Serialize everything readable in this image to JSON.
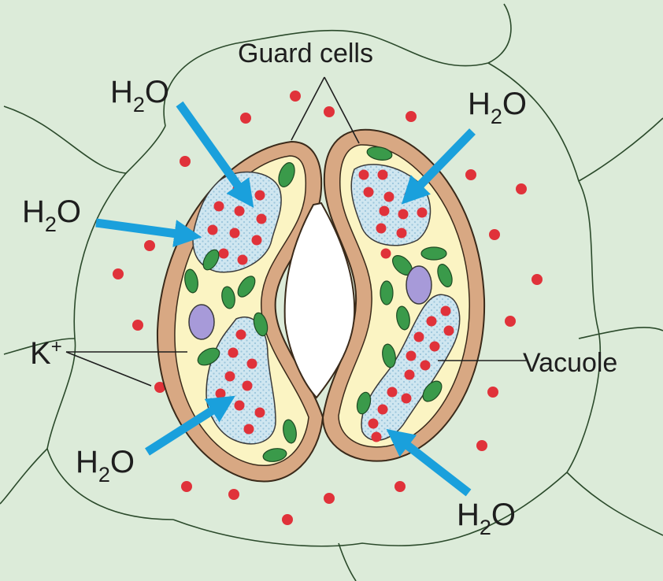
{
  "diagram": {
    "labels": {
      "guard_cells": "Guard cells",
      "vacuole": "Vacuole",
      "potassium": {
        "base": "K",
        "sup": "+"
      },
      "water": {
        "pre": "H",
        "sub": "2",
        "post": "O"
      }
    },
    "colors": {
      "background": "#dcebd9",
      "guard_cell_wall": "#d8a883",
      "cytoplasm": "#fbf4c3",
      "vacuole": "#cfe6f0",
      "chloroplast": "#3a9a4a",
      "nucleus": "#a79ad9",
      "potassium_ion": "#e0323a",
      "water_arrow": "#1aa0dc",
      "outline": "#2b4a2b",
      "stoma_pore": "#ffffff"
    },
    "icons": [
      "water-inflow-arrow",
      "potassium-ion-dot",
      "chloroplast",
      "nucleus"
    ]
  }
}
